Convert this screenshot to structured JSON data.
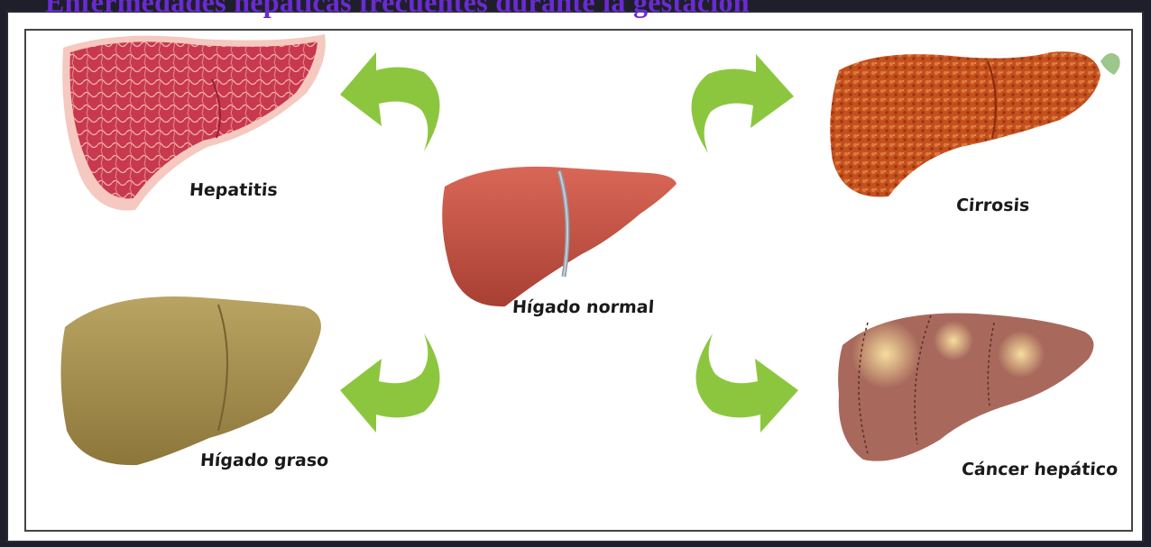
{
  "header": {
    "title": "Enfermedades hepáticas frecuentes durante la gestación",
    "title_color": "#6a2bd1"
  },
  "diagram": {
    "center": {
      "label": "Hígado normal",
      "color": "#c9574a"
    },
    "conditions": [
      {
        "label": "Hepatitis",
        "color": "#c8384f"
      },
      {
        "label": "Cirrosis",
        "color": "#c4501e"
      },
      {
        "label": "Hígado graso",
        "color": "#a89150"
      },
      {
        "label": "Cáncer hepático",
        "color": "#a8695c"
      }
    ],
    "arrow_color": "#8cc63f"
  }
}
